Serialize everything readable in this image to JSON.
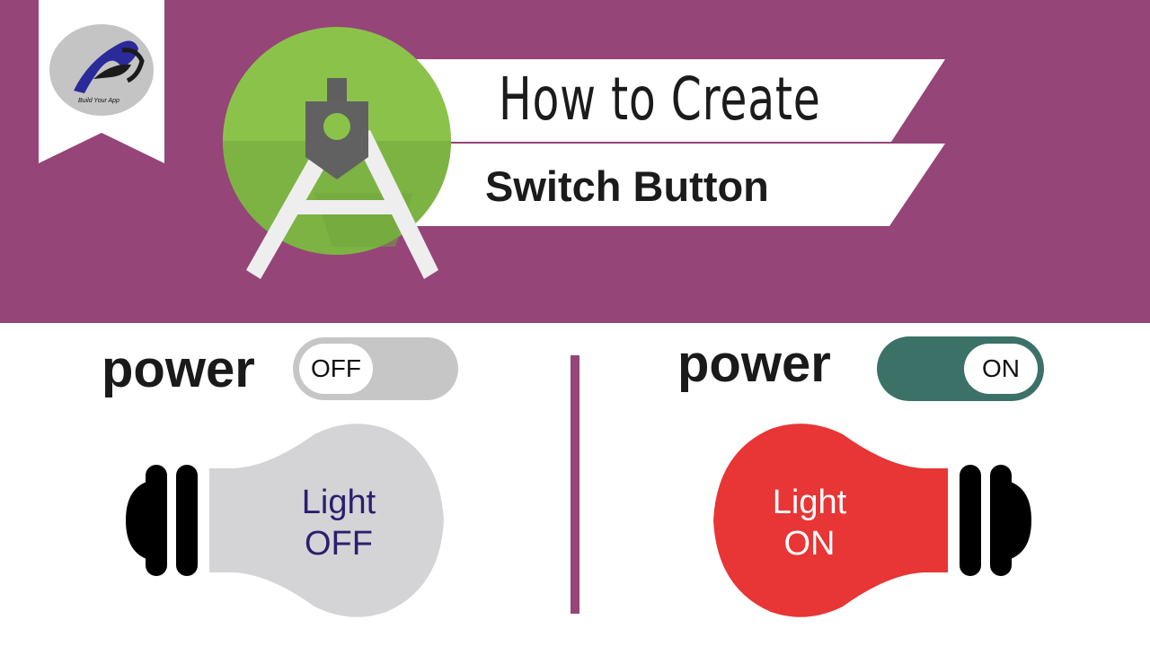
{
  "banner": {
    "title_line1": "How to Create",
    "title_line2": "Switch Button",
    "logo_caption": "Build Your App",
    "colors": {
      "background": "#954578",
      "android_green": "#8bc34a",
      "ribbon": "#ffffff"
    },
    "icons": [
      "ribbon-bookmark-icon",
      "build-your-app-logo-icon",
      "android-studio-compass-icon"
    ]
  },
  "left_panel": {
    "label": "power",
    "switch": {
      "state": "off",
      "text": "OFF",
      "track_color": "#c6c6c6"
    },
    "bulb": {
      "line1": "Light",
      "line2": "OFF",
      "color": "#d4d4d6",
      "text_color": "#2a1f6e"
    }
  },
  "right_panel": {
    "label": "power",
    "switch": {
      "state": "on",
      "text": "ON",
      "track_color": "#3c7168"
    },
    "bulb": {
      "line1": "Light",
      "line2": "ON",
      "color": "#e83535",
      "text_color": "#ffffff"
    }
  },
  "divider_color": "#954578"
}
